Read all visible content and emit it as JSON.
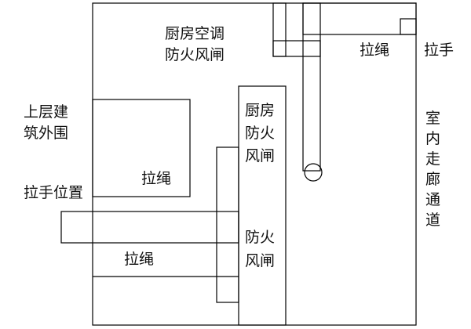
{
  "labels": {
    "kitchen_ac_damper_line1": "厨房空调",
    "kitchen_ac_damper_line2": "防火风闸",
    "rope_top": "拉绳",
    "handle_top": "拉手",
    "upper_enclosure_line1": "上层建",
    "upper_enclosure_line2": "筑外围",
    "rope_middle": "拉绳",
    "handle_position": "拉手位置",
    "kitchen_damper_line1": "厨房",
    "kitchen_damper_line2": "防火",
    "kitchen_damper_line3": "风闸",
    "fire_damper_line1": "防火",
    "fire_damper_line2": "风闸",
    "rope_bottom": "拉绳",
    "corridor_chars": [
      "室",
      "内",
      "走",
      "廊",
      "通",
      "道"
    ]
  }
}
